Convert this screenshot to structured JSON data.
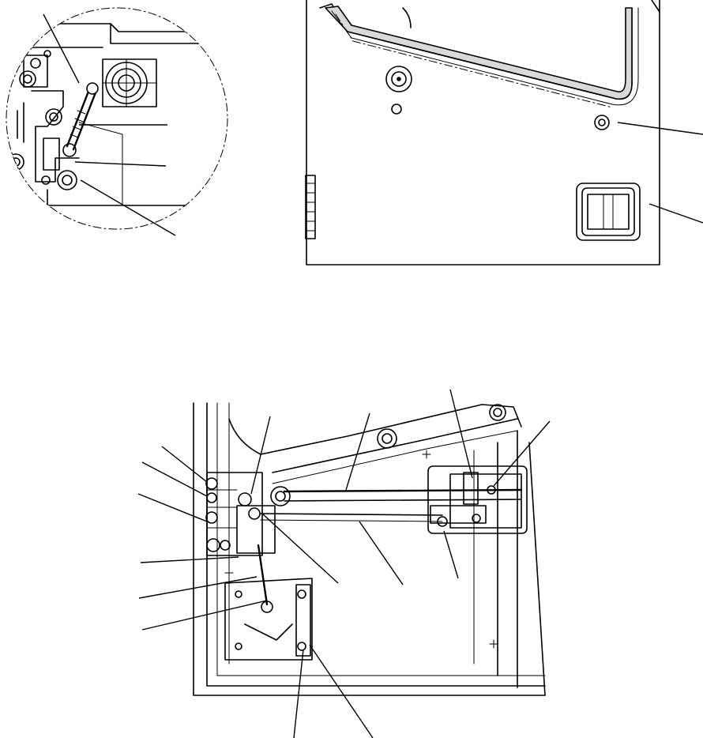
{
  "figure": {
    "views": [
      {
        "id": "detail-view",
        "description_visible_text": ""
      },
      {
        "id": "panel-view",
        "description_visible_text": ""
      },
      {
        "id": "assembly-view",
        "description_visible_text": ""
      }
    ],
    "callout_labels": []
  },
  "colors": {
    "line": "#000000",
    "background": "#ffffff",
    "shade": "#d9d9d9"
  }
}
